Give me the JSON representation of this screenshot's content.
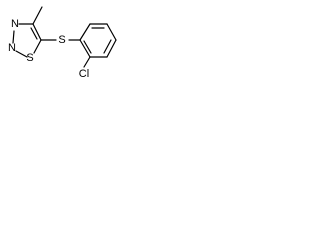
{
  "molecule": {
    "atoms": {
      "n1": "N",
      "n2": "N",
      "s_ring": "S",
      "s_link": "S",
      "cl": "Cl"
    }
  }
}
